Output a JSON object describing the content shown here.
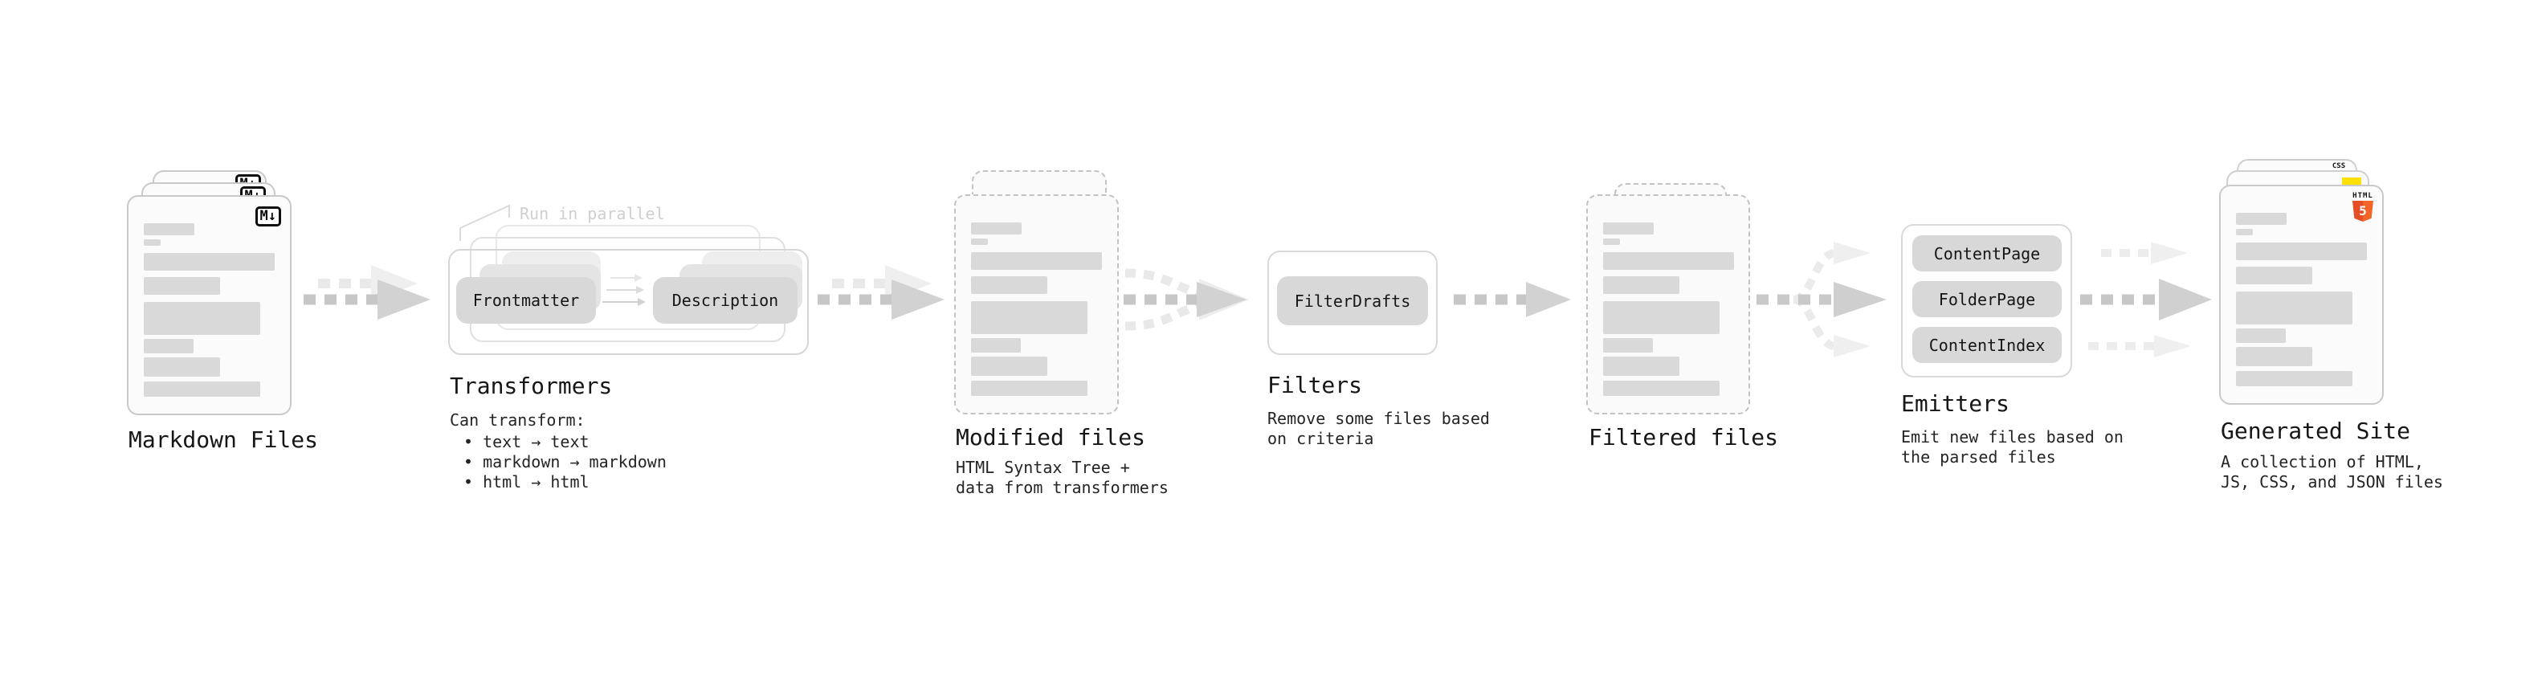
{
  "diagram": {
    "stages": {
      "markdown_files": {
        "label": "Markdown Files",
        "file_icon": "M↓"
      },
      "transformers": {
        "label": "Transformers",
        "note": "Run in parallel",
        "pill_left": "Frontmatter",
        "pill_right": "Description",
        "description_heading": "Can transform:",
        "bullets": [
          "• text → text",
          "• markdown → markdown",
          "• html → html"
        ]
      },
      "modified_files": {
        "label": "Modified files",
        "description_line1": "HTML Syntax Tree +",
        "description_line2": "data from transformers"
      },
      "filters": {
        "label": "Filters",
        "pill": "FilterDrafts",
        "description_line1": "Remove some files based",
        "description_line2": "on criteria"
      },
      "filtered_files": {
        "label": "Filtered files"
      },
      "emitters": {
        "label": "Emitters",
        "pills": [
          "ContentPage",
          "FolderPage",
          "ContentIndex"
        ],
        "description_line1": "Emit new files based on",
        "description_line2": "the parsed files"
      },
      "generated_site": {
        "label": "Generated Site",
        "description_line1": "A collection of HTML,",
        "description_line2": "JS, CSS, and JSON files",
        "html5_badge_word": "HTML",
        "html5_badge_number": "5",
        "css_badge": "CSS"
      }
    },
    "colors": {
      "html5_orange": "#e44d26",
      "html5_orange_light": "#f16529",
      "js_yellow": "#ffdf00",
      "css_blue": "#2965f1",
      "pill_gray": "#d8d8d8",
      "arrow_gray_dark": "#c7c7c7",
      "arrow_gray_light": "#e9e9e9",
      "note_gray": "#cfcfcf"
    }
  }
}
